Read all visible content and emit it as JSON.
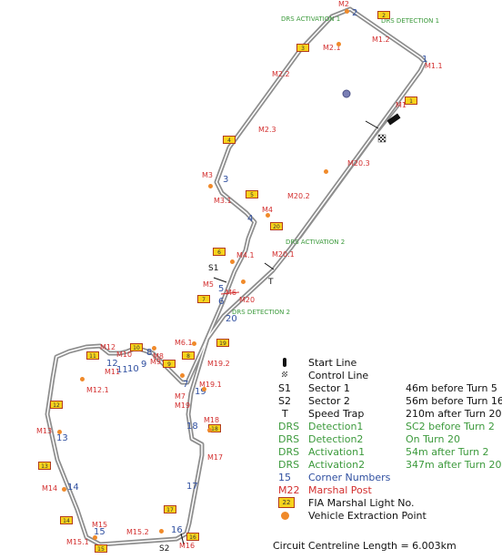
{
  "title": "",
  "marshal_posts": [
    "M1",
    "M1.1",
    "M1.2",
    "M2",
    "M2.1",
    "M2.2",
    "M2.3",
    "M3",
    "M3.1",
    "M4",
    "M4.1",
    "M5",
    "M6",
    "M6.1",
    "M7",
    "M8",
    "M9",
    "M10",
    "M11",
    "M12",
    "M12.1",
    "M13",
    "M14",
    "M15",
    "M15.1",
    "M15.2",
    "M16",
    "M17",
    "M18",
    "M19",
    "M19.1",
    "M19.2",
    "M20",
    "M20.1",
    "M20.2",
    "M20.3"
  ],
  "turns": [
    "1",
    "2",
    "3",
    "4",
    "5",
    "6",
    "7",
    "8",
    "9",
    "10",
    "11",
    "12",
    "13",
    "14",
    "15",
    "16",
    "17",
    "18",
    "19",
    "20"
  ],
  "drs_labels": {
    "activation1": "DRS ACTIVATION 1",
    "detection1": "DRS DETECTION 1",
    "activation2": "DRS ACTIVATION 2",
    "detection2": "DRS DETECTION 2"
  },
  "sector_labels": {
    "s1": "S1",
    "s2": "S2",
    "t": "T"
  },
  "fia_lights": [
    "1",
    "2",
    "3",
    "4",
    "5",
    "6",
    "7",
    "8",
    "9",
    "10",
    "11",
    "12",
    "13",
    "14",
    "15",
    "16",
    "17",
    "18",
    "19",
    "20"
  ],
  "legend": {
    "start_line": "Start Line",
    "control_line": "Control Line",
    "s1": {
      "key": "S1",
      "name": "Sector 1",
      "desc": "46m before Turn 5"
    },
    "s2": {
      "key": "S2",
      "name": "Sector 2",
      "desc": "56m before Turn 16"
    },
    "t": {
      "key": "T",
      "name": "Speed Trap",
      "desc": "210m after Turn 20"
    },
    "drs_det1": {
      "key": "DRS",
      "name": "Detection1",
      "desc": "SC2 before Turn 2"
    },
    "drs_det2": {
      "key": "DRS",
      "name": "Detection2",
      "desc": "On Turn 20"
    },
    "drs_act1": {
      "key": "DRS",
      "name": "Activation1",
      "desc": "54m after Turn 2"
    },
    "drs_act2": {
      "key": "DRS",
      "name": "Activation2",
      "desc": "347m after Turn 20"
    },
    "corner": {
      "key": "15",
      "name": "Corner Numbers"
    },
    "marshal": {
      "key": "M22",
      "name": "Marshal Post"
    },
    "light": {
      "key": "22",
      "name": "FIA Marshal Light No."
    },
    "vehicle": {
      "name": "Vehicle Extraction Point"
    }
  },
  "footer": "Circuit Centreline Length = 6.003km",
  "colors": {
    "marshal": "#d32f2f",
    "turn": "#2f4fa0",
    "drs": "#3c9a3c",
    "light_fill": "#f7d31c",
    "light_border": "#b13b1b",
    "vehicle": "#f08a2a",
    "track": "#8e8e8e"
  }
}
